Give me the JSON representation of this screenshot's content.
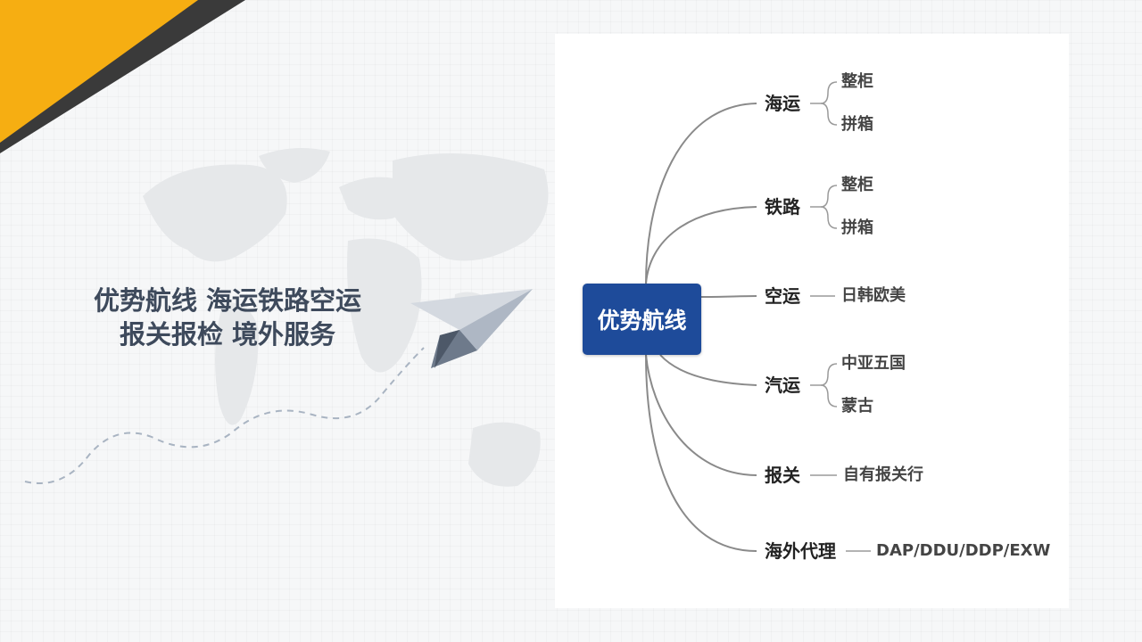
{
  "headline": {
    "line1": "优势航线 海运铁路空运",
    "line2": "报关报检 境外服务"
  },
  "mindmap": {
    "root": "优势航线",
    "branches": [
      {
        "label": "海运",
        "children": [
          "整柜",
          "拼箱"
        ]
      },
      {
        "label": "铁路",
        "children": [
          "整柜",
          "拼箱"
        ]
      },
      {
        "label": "空运",
        "children": [
          "日韩欧美"
        ]
      },
      {
        "label": "汽运",
        "children": [
          "中亚五国",
          "蒙古"
        ]
      },
      {
        "label": "报关",
        "children": [
          "自有报关行"
        ]
      },
      {
        "label": "海外代理",
        "children": [
          "DAP/DDU/DDP/EXW"
        ]
      }
    ]
  },
  "colors": {
    "accent_yellow": "#f6ae12",
    "accent_dark": "#3a3a3a",
    "root_blue": "#1e4b9a",
    "headline": "#3e4a5c"
  }
}
